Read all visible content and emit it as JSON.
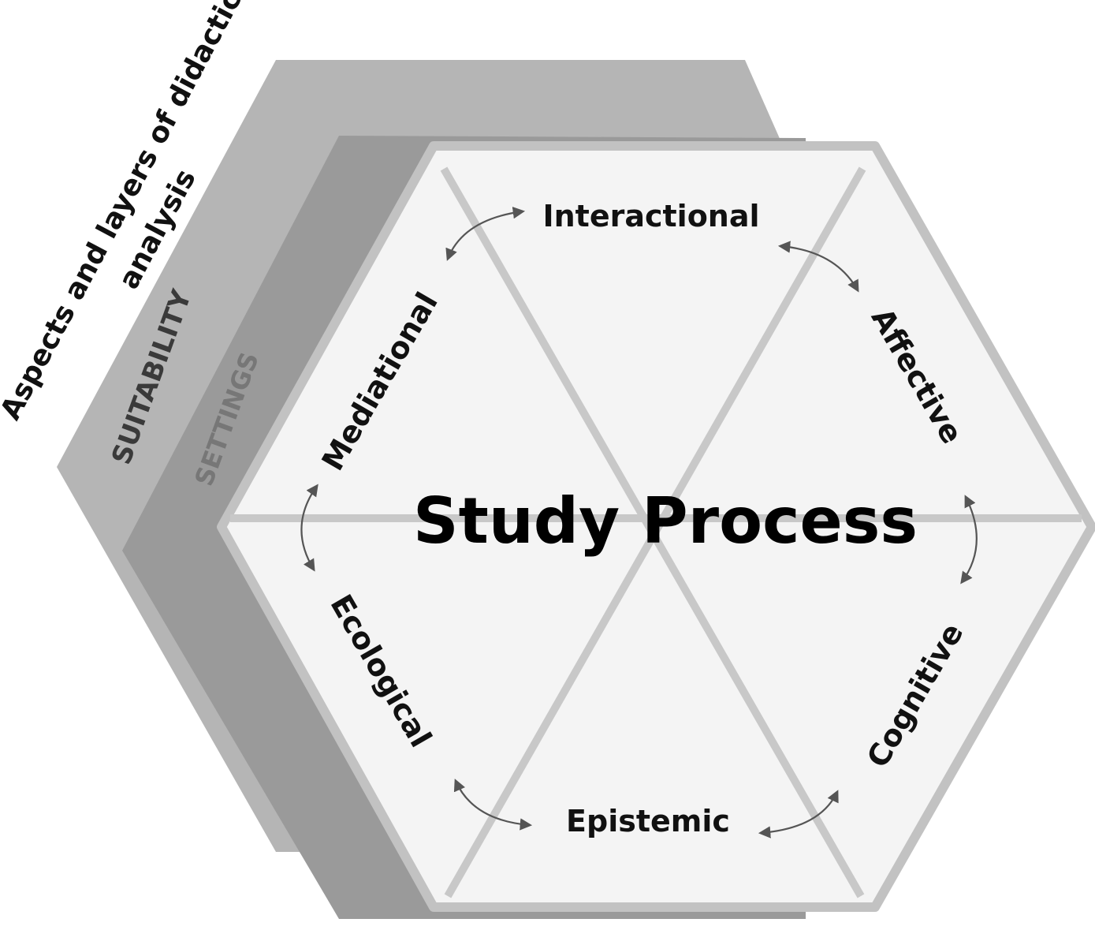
{
  "title_lines": [
    "Aspects and layers of didactic",
    "analysis"
  ],
  "layers": {
    "outer_label": "SUITABILITY",
    "middle_label": "SETTINGS"
  },
  "center_label": "Study Process",
  "facets": {
    "interactional": "Interactional",
    "affective": "Affective",
    "cognitive": "Cognitive",
    "epistemic": "Epistemic",
    "ecological": "Ecological",
    "mediational": "Mediational"
  },
  "colors": {
    "outer_layer": "#b5b5b5",
    "middle_layer": "#9a9a9a",
    "front_face": "#f4f4f4",
    "frame": "#c2c2c2",
    "text": "#111111",
    "outer_label_text": "#3a3a3a",
    "middle_label_text": "#777777",
    "arrow": "#555555"
  }
}
